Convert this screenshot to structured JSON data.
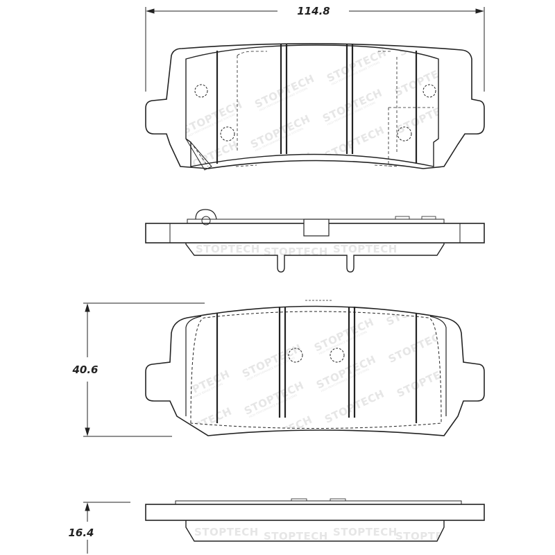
{
  "dimensions": {
    "width": "114.8",
    "height": "40.6",
    "thickness": "16.4"
  },
  "watermark": {
    "brand": "STOPTECH",
    "tagline": "HIGH PERFORMANCE BRAKE SYSTEMS"
  },
  "colors": {
    "line": "#222222",
    "watermark": "#e6e6e6"
  }
}
